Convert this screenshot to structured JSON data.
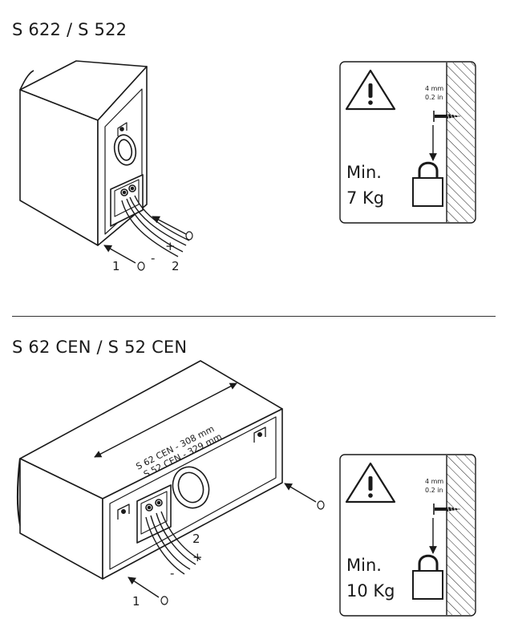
{
  "section1": {
    "title": "S 622 / S 522",
    "labels": {
      "one": "1",
      "two": "2",
      "plus": "+",
      "minus": "-"
    },
    "card": {
      "screw_mm": "4 mm",
      "screw_in": "0.2 in",
      "min_label": "Min.",
      "weight": "7 Kg"
    }
  },
  "section2": {
    "title": "S 62 CEN / S 52 CEN",
    "dimension_lines": [
      "S 62 CEN - 308 mm",
      "S 52 CEN - 329 mm"
    ],
    "labels": {
      "one": "1",
      "two": "2",
      "plus": "+",
      "minus": "-"
    },
    "card": {
      "screw_mm": "4 mm",
      "screw_in": "0.2 in",
      "min_label": "Min.",
      "weight": "10 Kg"
    }
  }
}
